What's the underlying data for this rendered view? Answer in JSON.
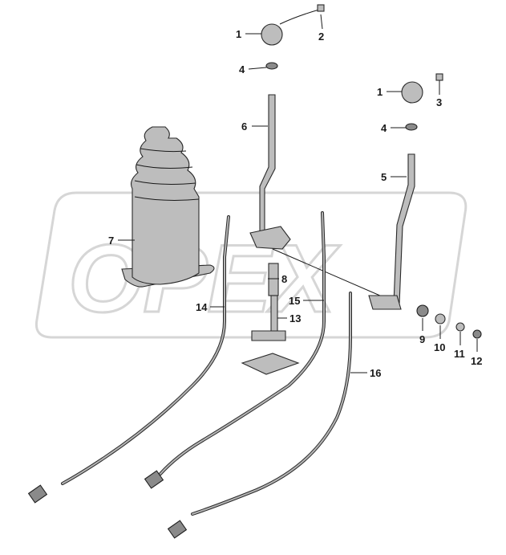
{
  "watermark": {
    "text": "OPEX"
  },
  "callouts": [
    {
      "id": "c1a",
      "text": "1"
    },
    {
      "id": "c2",
      "text": "2"
    },
    {
      "id": "c4a",
      "text": "4"
    },
    {
      "id": "c6",
      "text": "6"
    },
    {
      "id": "c1b",
      "text": "1"
    },
    {
      "id": "c3",
      "text": "3"
    },
    {
      "id": "c4b",
      "text": "4"
    },
    {
      "id": "c5",
      "text": "5"
    },
    {
      "id": "c7",
      "text": "7"
    },
    {
      "id": "c8",
      "text": "8"
    },
    {
      "id": "c15",
      "text": "15"
    },
    {
      "id": "c14",
      "text": "14"
    },
    {
      "id": "c13",
      "text": "13"
    },
    {
      "id": "c9",
      "text": "9"
    },
    {
      "id": "c10",
      "text": "10"
    },
    {
      "id": "c11",
      "text": "11"
    },
    {
      "id": "c12",
      "text": "12"
    },
    {
      "id": "c16",
      "text": "16"
    }
  ]
}
